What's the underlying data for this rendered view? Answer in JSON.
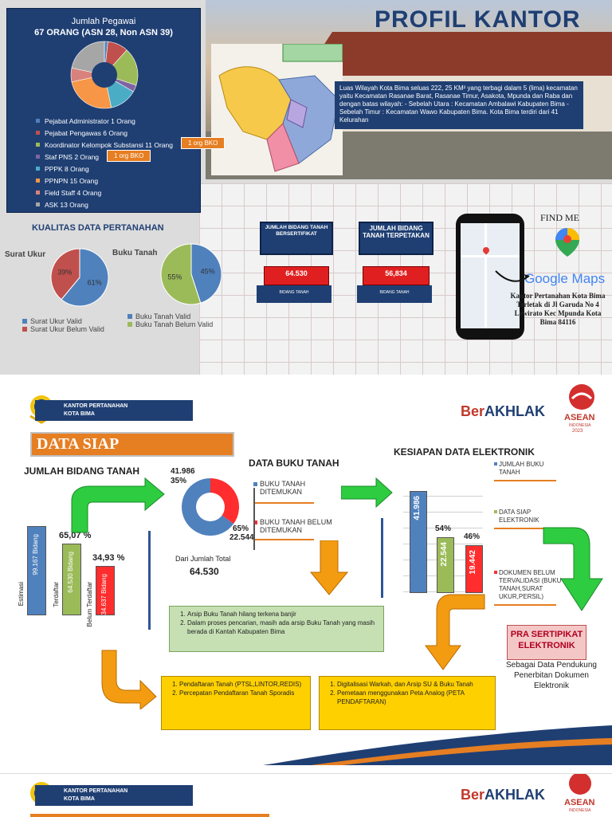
{
  "slide1": {
    "title": "PROFIL KANTOR",
    "pegawai": {
      "heading": "Jumlah Pegawai",
      "subheading": "67 ORANG (ASN 28, Non  ASN 39)",
      "legend": [
        {
          "label": "Pejabat Administrator 1 Orang",
          "color": "#4f81bd",
          "value": 1
        },
        {
          "label": "Pejabat Pengawas 6 Orang",
          "color": "#c0504d",
          "value": 6
        },
        {
          "label": "Koordinator Kelompok Substansi 11 Orang",
          "color": "#9bbb59",
          "value": 11
        },
        {
          "label": "Staf PNS 2 Orang",
          "color": "#8064a2",
          "value": 2
        },
        {
          "label": "PPPK 8 Orang",
          "color": "#4bacc6",
          "value": 8
        },
        {
          "label": "PPNPN 15 Orang",
          "color": "#f79646",
          "value": 15
        },
        {
          "label": "Field Staff 4 Orang",
          "color": "#d9827c",
          "value": 4
        },
        {
          "label": "ASK 13 Orang",
          "color": "#a6a6a6",
          "value": 13
        }
      ],
      "bko1": "1 org BKO",
      "bko2": "1 org BKO"
    },
    "info": {
      "text": "Luas  Wilayah Kota Bima seluas 222, 25 KM² yang terbagi dalam 5 (lima) kecamatan yaitu Kecamatan Rasanae Barat, Rasanae Timur, Asakota, Mpunda dan Raba dan dengan batas wilayah: - Sebelah Utara : Kecamatan Ambalawi Kabupaten Bima - Sebelah Timur : Kecamatan Wawo Kabupaten Bima. Kota Bima terdiri dari 41 Kelurahan"
    },
    "kualitas": {
      "title": "KUALITAS DATA PERTANAHAN",
      "surat_ukur": {
        "label": "Surat Ukur",
        "valid_pct": "61%",
        "invalid_pct": "39%",
        "legend_valid": "Surat Ukur Valid",
        "legend_invalid": "Surat Ukur Belum Valid",
        "color_valid": "#4f81bd",
        "color_invalid": "#c0504d"
      },
      "buku_tanah": {
        "label": "Buku Tanah",
        "valid_pct": "45%",
        "invalid_pct": "55%",
        "legend_valid": "Buku Tanah Valid",
        "legend_invalid": "Buku Tanah Belum Valid",
        "color_valid": "#4f81bd",
        "color_invalid": "#9bbb59"
      }
    },
    "jumlah": {
      "sertifikat_label": "JUMLAH BIDANG TANAH BERSERTIFIKAT",
      "sertifikat_value": "64.530",
      "sertifikat_sub": "BIDANG TANAH",
      "terpetakan_label": "JUMLAH BIDANG TANAH TERPETAKAN",
      "terpetakan_value": "56,834",
      "terpetakan_sub": "BIDANG TANAH"
    },
    "findme": {
      "label": "FIND ME",
      "maps": "Google Maps",
      "address": "Kantor Pertanahan Kota Bima Terletak di Jl Garuda No 4 Lewirato Kec Mpunda Kota Bima 84116"
    }
  },
  "slide2": {
    "header_org": "KANTOR PERTANAHAN",
    "header_city": "KOTA BIMA",
    "berakhlak_a": "Ber",
    "berakhlak_b": "AKHLAK",
    "asean": "ASEAN",
    "asean_sub": "INDONESIA",
    "asean_year": "2023",
    "data_siap": "DATA SIAP",
    "jumlah_bidang_title": "JUMLAH BIDANG TANAH",
    "bars_left": [
      {
        "axis": "Estimasi",
        "label": "99.167 Bidang",
        "color": "#4f81bd",
        "pct": ""
      },
      {
        "axis": "Terdaftar",
        "label": "64.530 Bidang",
        "color": "#9bbb59",
        "pct": "65,07 %"
      },
      {
        "axis": "Belum Terdaftar",
        "label": "34.637 Bidang",
        "color": "#ff2d2d",
        "pct": "34,93 %"
      }
    ],
    "donut": {
      "top_value": "41.986",
      "top_pct": "35%",
      "bottom_pct": "65%",
      "bottom_value": "22.544",
      "total_label": "Dari Jumlah Total",
      "total_value": "64.530"
    },
    "buku_tanah": {
      "title": "DATA BUKU TANAH",
      "items": [
        "BUKU TANAH DITEMUKAN",
        "BUKU TANAH BELUM DITEMUKAN"
      ]
    },
    "kesiapan": {
      "title": "KESIAPAN DATA ELEKTRONIK",
      "bars": [
        {
          "label": "41.986",
          "color": "#4f81bd",
          "pct": ""
        },
        {
          "label": "22.544",
          "color": "#9bbb59",
          "pct": "54%"
        },
        {
          "label": "19.442",
          "color": "#ff2d2d",
          "pct": "46%"
        }
      ],
      "legend": [
        {
          "label": "JUMLAH BUKU TANAH",
          "color": "#4f81bd"
        },
        {
          "label": "DATA SIAP ELEKTRONIK",
          "color": "#9bbb59"
        },
        {
          "label": "DOKUMEN BELUM TERVALIDASI (BUKU TANAH,SURAT UKUR,PERSIL)",
          "color": "#ff2d2d"
        }
      ]
    },
    "green_items": [
      "Arsip Buku Tanah hilang terkena banjir",
      "Dalam proses pencarian, masih ada arsip Buku Tanah yang masih berada di Kantah Kabupaten Bima"
    ],
    "yellow_left": [
      "Pendaftaran Tanah (PTSL,LINTOR,REDIS)",
      "Percepatan Pendaftaran Tanah Sporadis"
    ],
    "yellow_right": [
      "Digitalisasi Warkah, dan Arsip SU & Buku Tanah",
      "Pemetaan menggunakan Peta Analog (PETA PENDAFTARAN)"
    ],
    "pra": "PRA SERTIPIKAT ELEKTRONIK",
    "pra_desc": "Sebagai Data Pendukung Penerbitan Dokumen Elektronik"
  },
  "slide3": {
    "header_org": "KANTOR PERTANAHAN",
    "header_city": "KOTA BIMA",
    "berakhlak_a": "Ber",
    "berakhlak_b": "AKHLAK",
    "asean": "ASEAN",
    "asean_sub": "INDONESIA"
  }
}
